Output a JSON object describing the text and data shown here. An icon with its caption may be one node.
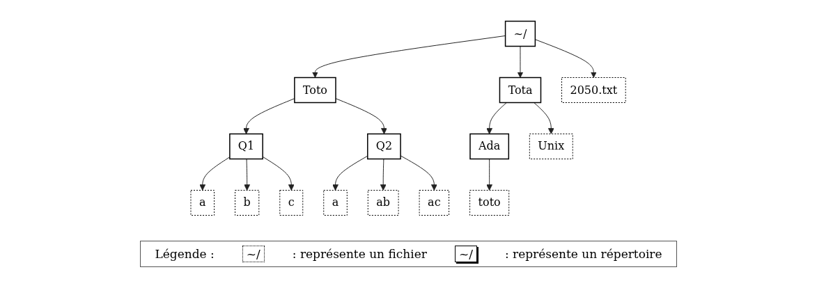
{
  "diagram": {
    "nodes": [
      {
        "text": [
          "~/"
        ]
      },
      {
        "text": [
          "Toto"
        ]
      },
      {
        "text": [
          "Tota"
        ]
      },
      {
        "text": [
          "2050.txt"
        ]
      },
      {
        "text": [
          "Q1"
        ]
      },
      {
        "text": [
          "Q2"
        ]
      },
      {
        "text": [
          "Ada"
        ]
      },
      {
        "text": [
          "Unix"
        ]
      },
      {
        "text": [
          "a"
        ]
      },
      {
        "text": [
          "b"
        ]
      },
      {
        "text": [
          "c"
        ]
      },
      {
        "text": [
          "a"
        ]
      },
      {
        "text": [
          "ab"
        ]
      },
      {
        "text": [
          "ac"
        ]
      },
      {
        "text": [
          "toto"
        ]
      }
    ],
    "edges": [
      {
        "from": 0,
        "to": 1,
        "arrow": "to"
      },
      {
        "from": 0,
        "to": 2,
        "arrow": "to"
      },
      {
        "from": 0,
        "to": 3,
        "arrow": "to"
      },
      {
        "from": 1,
        "to": 4,
        "arrow": "to"
      },
      {
        "from": 1,
        "to": 5,
        "arrow": "to"
      },
      {
        "from": 2,
        "to": 6,
        "arrow": "to"
      },
      {
        "from": 2,
        "to": 7,
        "arrow": "to"
      },
      {
        "from": 4,
        "to": 8,
        "arrow": "to"
      },
      {
        "from": 4,
        "to": 9,
        "arrow": "to"
      },
      {
        "from": 4,
        "to": 10,
        "arrow": "to"
      },
      {
        "from": 5,
        "to": 11,
        "arrow": "to"
      },
      {
        "from": 5,
        "to": 12,
        "arrow": "to"
      },
      {
        "from": 5,
        "to": 13,
        "arrow": "to"
      },
      {
        "from": 6,
        "to": 14,
        "arrow": "to"
      }
    ],
    "labels": [
      "Légende :",
      "~/",
      "~/"
    ],
    "legend": [
      {
        "text": ": représente un fichier"
      },
      {
        "text": ": représente un répertoire"
      }
    ]
  }
}
